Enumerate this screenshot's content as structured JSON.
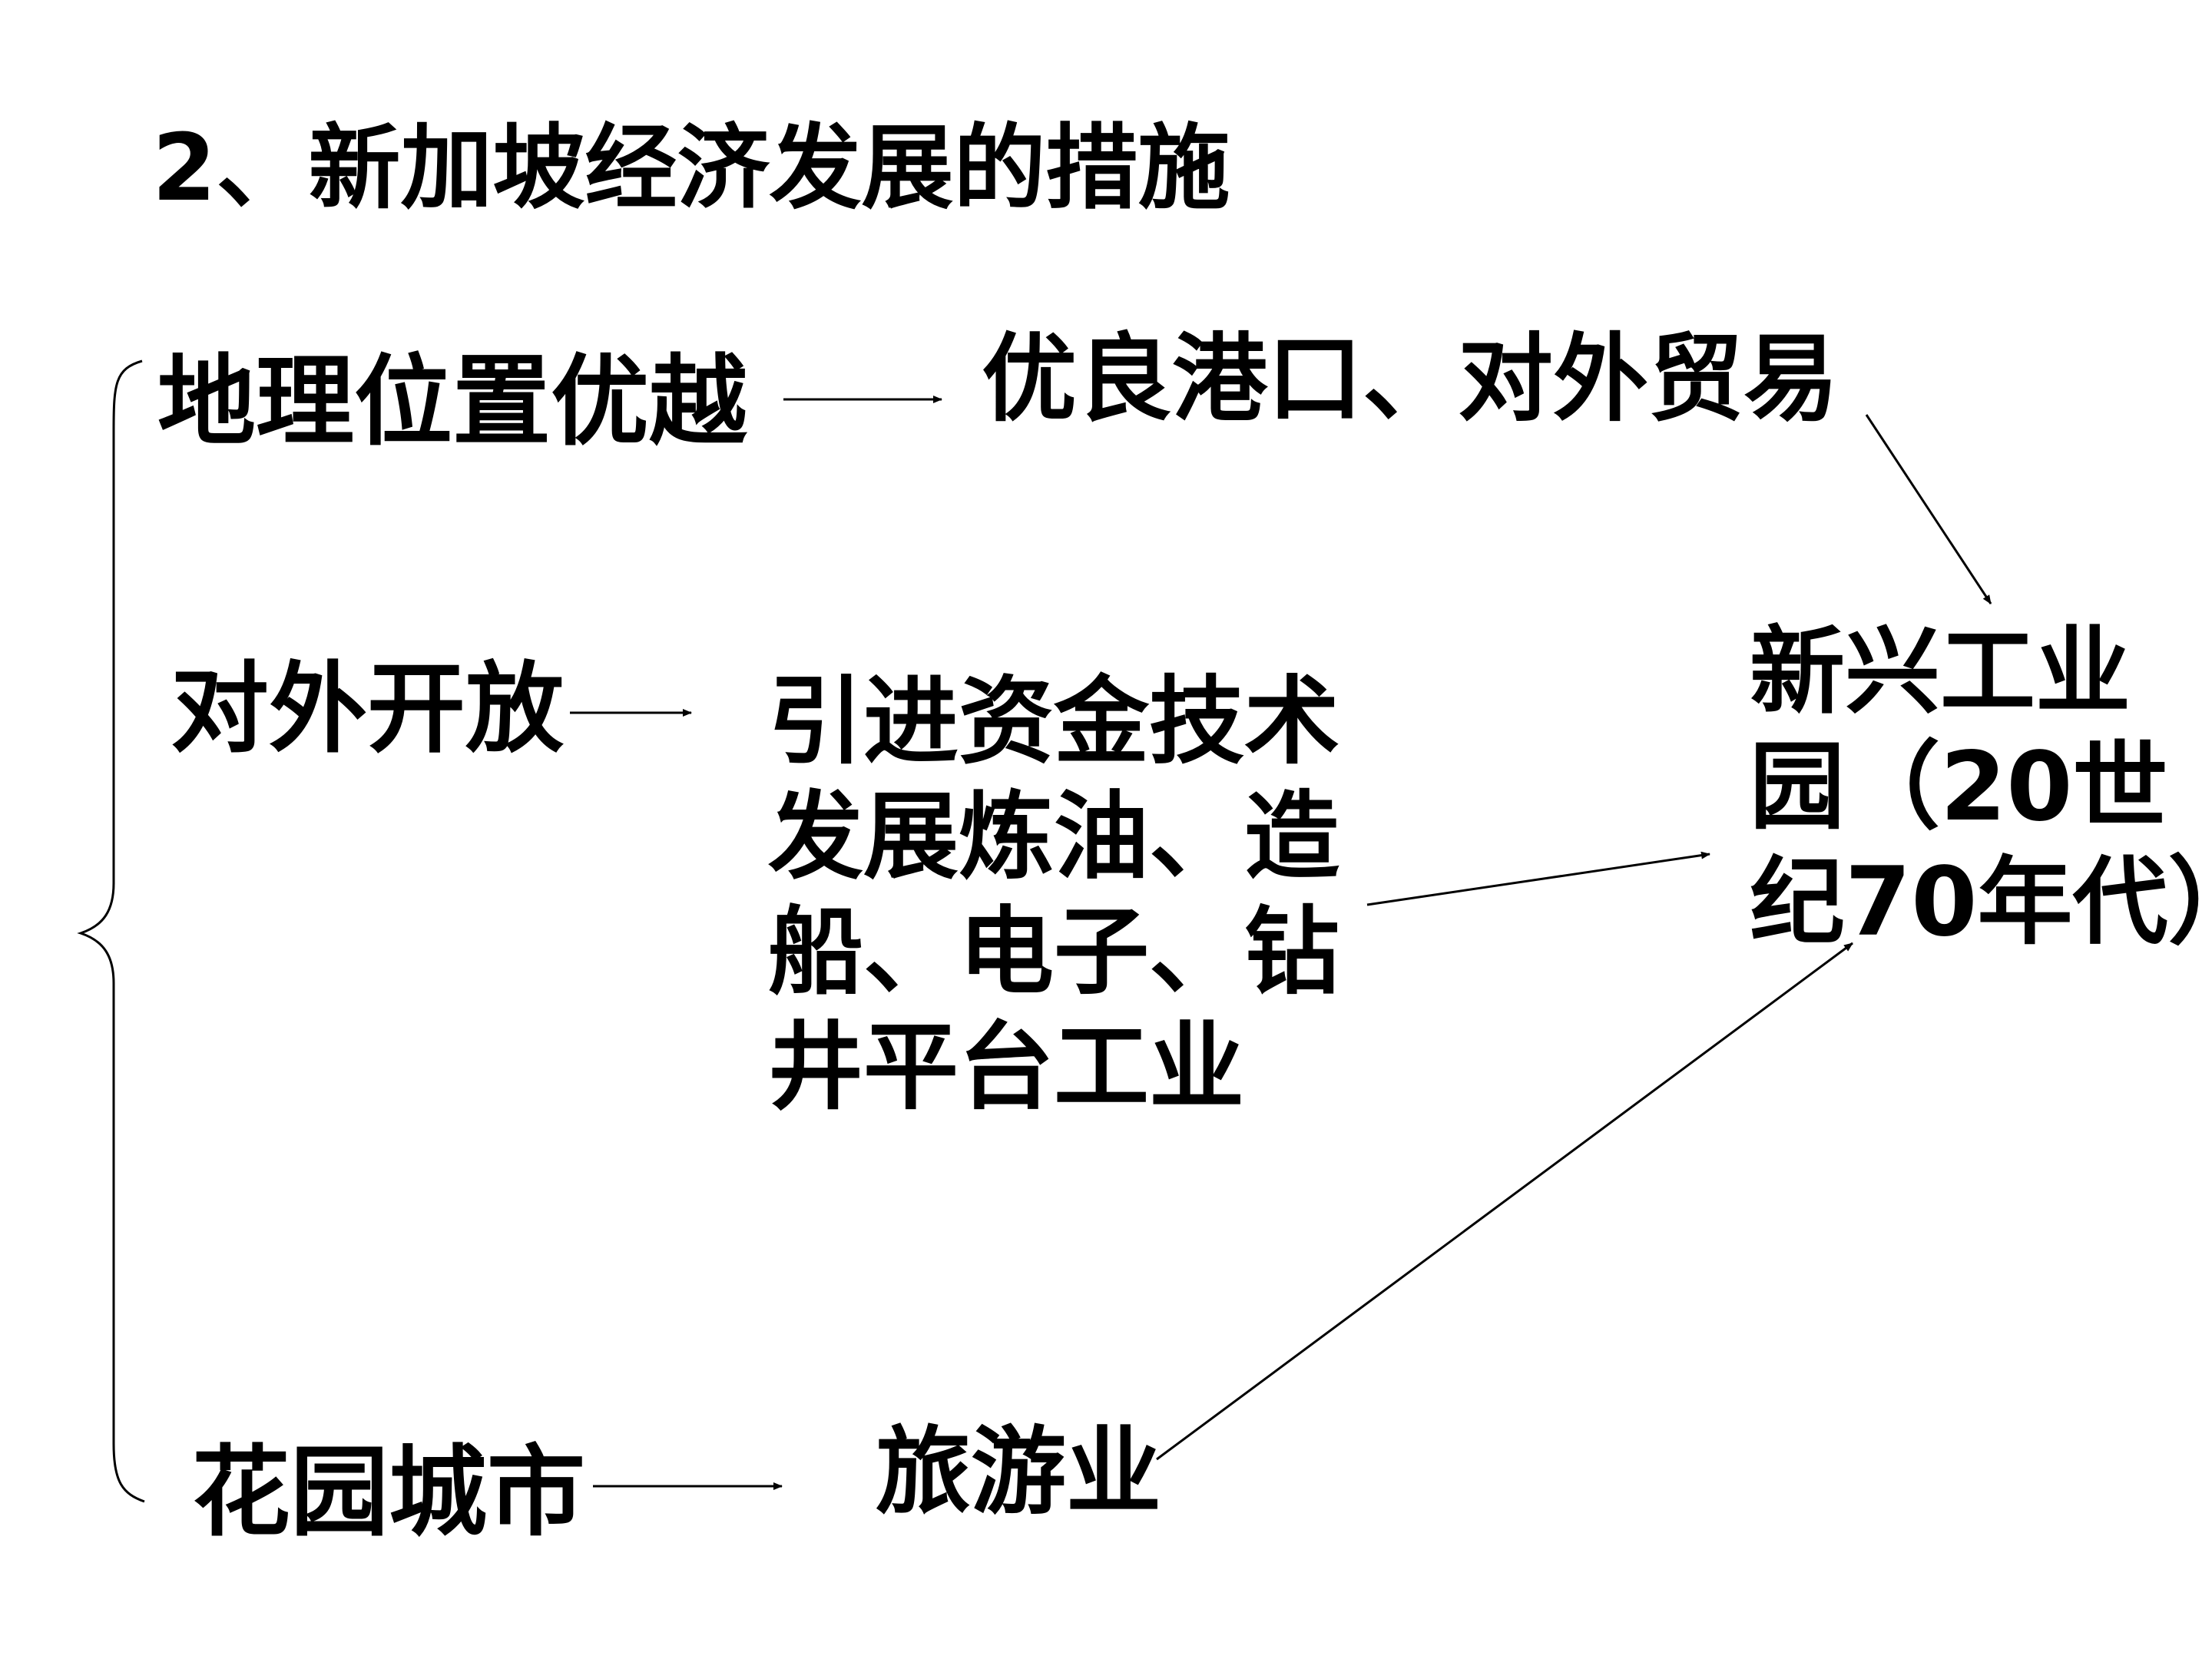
{
  "title": "2、新加坡经济发展的措施",
  "causes": {
    "geography": "地理位置优越",
    "opening": "对外开放",
    "garden": "花园城市"
  },
  "effects": {
    "port": "优良港口、对外贸易",
    "industry_lines": [
      "引进资金技术",
      "发展炼油、造",
      "船、电子、钻",
      "井平台工业"
    ],
    "tourism": "旅游业"
  },
  "result_lines": [
    "新兴工业",
    "园（20世",
    "纪70年代）"
  ]
}
